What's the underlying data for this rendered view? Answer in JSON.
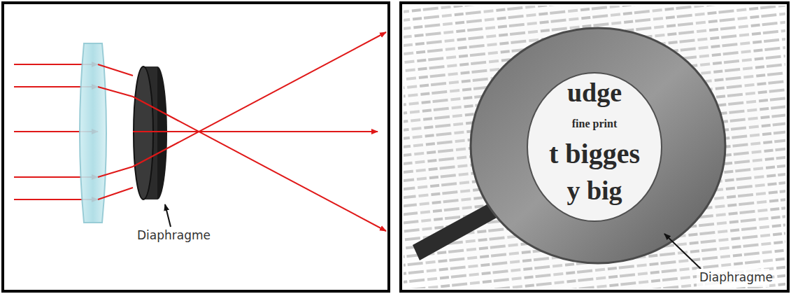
{
  "diagram": {
    "labels": [
      "Diaphragme",
      "Diaphragme",
      "udge",
      "fine print",
      "t bigges",
      "y big"
    ]
  }
}
